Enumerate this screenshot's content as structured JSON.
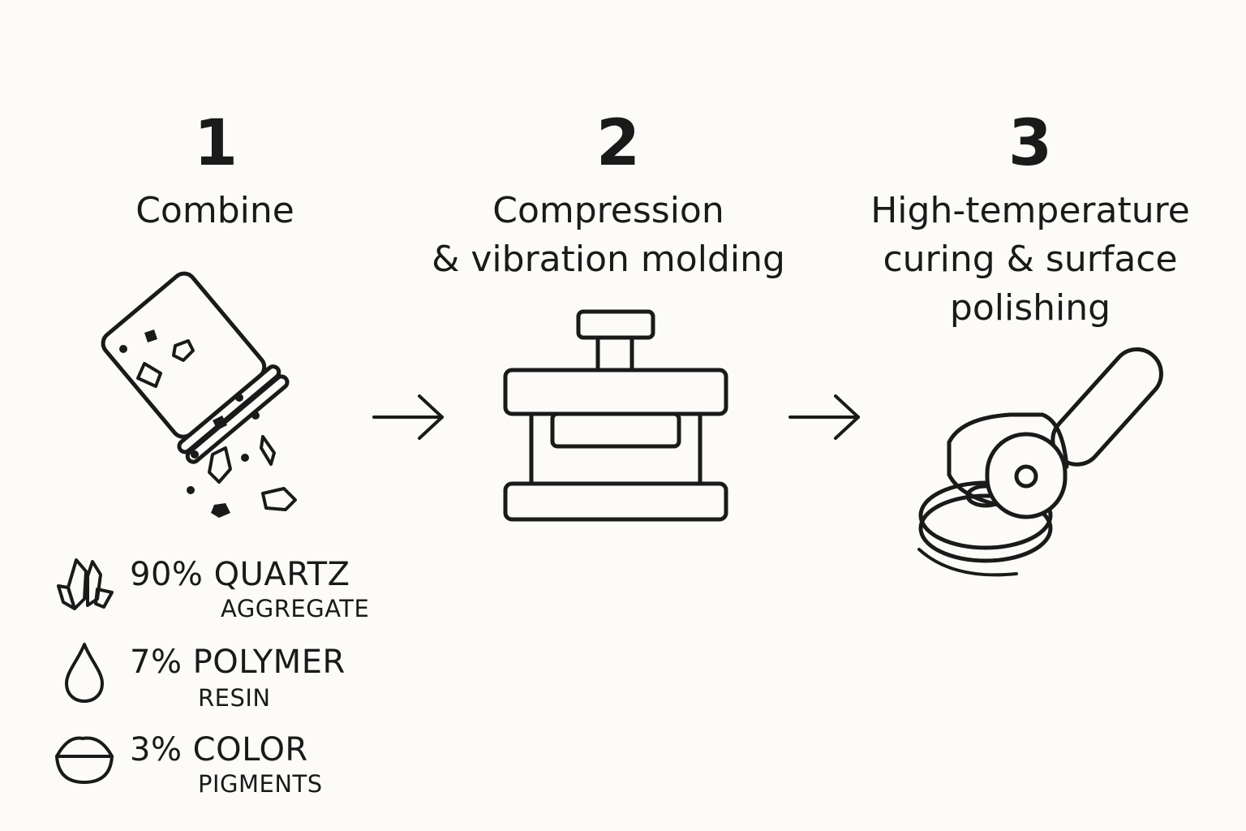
{
  "steps": [
    {
      "number": "1",
      "title_lines": [
        "Combine"
      ]
    },
    {
      "number": "2",
      "title_lines": [
        "Compression",
        "& vibration molding"
      ]
    },
    {
      "number": "3",
      "title_lines": [
        "High-temperature",
        "curing & surface",
        "polishing"
      ]
    }
  ],
  "ingredients": [
    {
      "main": "90% QUARTZ",
      "sub": "AGGREGATE",
      "icon": "crystal-icon"
    },
    {
      "main": "7% POLYMER",
      "sub": "RESIN",
      "icon": "droplet-icon"
    },
    {
      "main": "3% COLOR",
      "sub": "PIGMENTS",
      "icon": "pigment-bowl-icon"
    }
  ]
}
